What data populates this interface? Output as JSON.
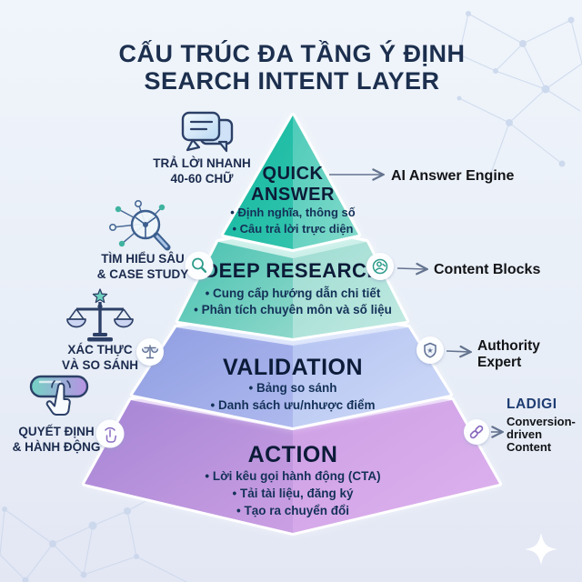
{
  "title": {
    "line1": "CẤU TRÚC ĐA TẦNG Ý ĐỊNH",
    "line2": "SEARCH INTENT LAYER"
  },
  "colors": {
    "title_text": "#1c2f4e",
    "quick_answer_teal": "#17bfa4",
    "deep_research_mint": "#7dd3c6",
    "validation_periwinkle": "#a9b6ea",
    "action_purple": "#c49ae2",
    "arrow_slate": "#64748f",
    "brand_navy": "#1e3c72"
  },
  "pyramid": {
    "layers": [
      {
        "id": "quick-answer",
        "lines": [
          "QUICK",
          "ANSWER"
        ],
        "bullets": [
          "• Định nghĩa, thông số",
          "• Câu trả lời trực diện"
        ]
      },
      {
        "id": "deep-research",
        "lines": [
          "DEEP RESEARCH"
        ],
        "bullets": [
          "• Cung cấp hướng dẫn chi tiết",
          "• Phân tích chuyên môn và số liệu"
        ]
      },
      {
        "id": "validation",
        "lines": [
          "VALIDATION"
        ],
        "bullets": [
          "• Bảng so sánh",
          "• Danh sách ưu/nhược điểm"
        ]
      },
      {
        "id": "action",
        "lines": [
          "ACTION"
        ],
        "bullets": [
          "• Lời kêu gọi hành động (CTA)",
          "• Tải tài liệu, đăng ký",
          "• Tạo ra chuyển đổi"
        ]
      }
    ]
  },
  "left_labels": [
    {
      "icon": "chat-bubbles-icon",
      "line1": "TRẢ LỜI NHANH",
      "line2": "40-60 CHỮ"
    },
    {
      "icon": "network-magnifier-icon",
      "line1": "TÌM HIỂU SÂU",
      "line2": "& CASE STUDY"
    },
    {
      "icon": "scales-icon",
      "line1": "XÁC THỰC",
      "line2": "VÀ SO SÁNH"
    },
    {
      "icon": "hand-click-icon",
      "line1": "QUYẾT ĐỊNH",
      "line2": "& HÀNH ĐỘNG"
    }
  ],
  "right_labels": [
    {
      "text": "AI Answer Engine"
    },
    {
      "icon": "content-blocks-icon",
      "text": "Content Blocks"
    },
    {
      "icon": "authority-shield-icon",
      "line1": "Authority",
      "line2": "Expert"
    },
    {
      "icon": "link-icon",
      "brand": "LADIGI",
      "line1": "Conversion-",
      "line2": "driven",
      "line3": "Content"
    }
  ]
}
